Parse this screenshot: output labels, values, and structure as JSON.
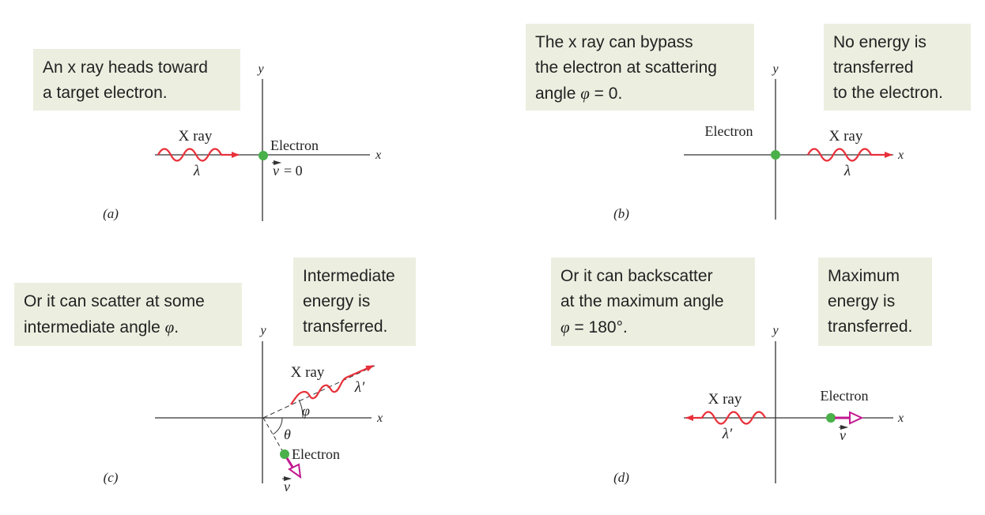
{
  "colors": {
    "xray": "#e8303a",
    "electron": "#49b04a",
    "velocity": "#c2188f",
    "callout_bg": "#ecefe0",
    "axis": "#333333"
  },
  "panels": [
    {
      "id": "a",
      "label": "(a)",
      "callouts": [
        {
          "lines": [
            "An x ray heads toward",
            "a target electron."
          ]
        }
      ],
      "axis_x": "x",
      "axis_y": "y",
      "xray_label": "X ray",
      "wavelength": "λ",
      "electron_label": "Electron",
      "velocity_label": "v",
      "velocity_value": "= 0"
    },
    {
      "id": "b",
      "label": "(b)",
      "callouts": [
        {
          "lines": [
            "The x ray can bypass",
            "the electron at scattering"
          ],
          "tail_text": "angle ",
          "tail_symbol": "φ",
          "tail_rest": " = 0."
        },
        {
          "lines": [
            "No energy is",
            "transferred",
            "to the electron."
          ]
        }
      ],
      "axis_x": "x",
      "axis_y": "y",
      "xray_label": "X ray",
      "wavelength": "λ",
      "electron_label": "Electron"
    },
    {
      "id": "c",
      "label": "(c)",
      "callouts": [
        {
          "lines": [
            "Or it can scatter at some"
          ],
          "tail_text": "intermediate angle ",
          "tail_symbol": "φ",
          "tail_rest": "."
        },
        {
          "lines": [
            "Intermediate",
            "energy is",
            "transferred."
          ]
        }
      ],
      "axis_x": "x",
      "axis_y": "y",
      "xray_label": "X ray",
      "wavelength": "λ′",
      "phi": "φ",
      "theta": "θ",
      "electron_label": "Electron",
      "velocity_label": "v"
    },
    {
      "id": "d",
      "label": "(d)",
      "callouts": [
        {
          "lines": [
            "Or it can backscatter",
            "at the maximum angle"
          ],
          "tail_text": "",
          "tail_symbol": "φ",
          "tail_rest": " = 180°."
        },
        {
          "lines": [
            "Maximum",
            "energy is",
            "transferred."
          ]
        }
      ],
      "axis_x": "x",
      "axis_y": "y",
      "xray_label": "X ray",
      "wavelength": "λ′",
      "electron_label": "Electron",
      "velocity_label": "v"
    }
  ]
}
